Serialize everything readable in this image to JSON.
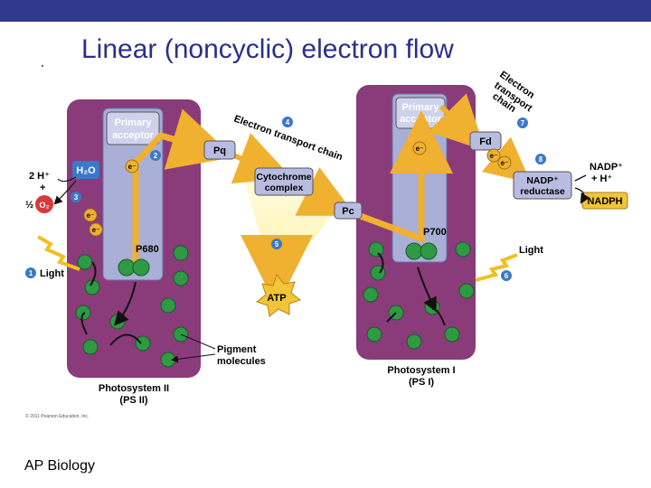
{
  "slide": {
    "title": "Linear (noncyclic) electron flow",
    "footer": "AP Biology",
    "credit": "© 2011 Pearson Education, Inc."
  },
  "diagram": {
    "primary_acceptor": [
      "Primary",
      "acceptor"
    ],
    "etc_label": "Electron transport chain",
    "etc_right_label": [
      "Electron",
      "transport",
      "chain"
    ],
    "pq": "Pq",
    "cytochrome": [
      "Cytochrome",
      "complex"
    ],
    "pc": "Pc",
    "fd": "Fd",
    "nadp_reductase": [
      "NADP⁺",
      "reductase"
    ],
    "nadp_plus": [
      "NADP⁺",
      "+ H⁺"
    ],
    "nadph": "NADPH",
    "p680": "P680",
    "p700": "P700",
    "h2o": "H₂O",
    "two_h": "2 H⁺",
    "plus": "+",
    "half": "½",
    "o2": "O₂",
    "electron": "e⁻",
    "atp": "ATP",
    "light": "Light",
    "pigment": [
      "Pigment",
      "molecules"
    ],
    "ps2": [
      "Photosystem II",
      "(PS II)"
    ],
    "ps1": [
      "Photosystem I",
      "(PS I)"
    ],
    "steps": [
      "1",
      "2",
      "3",
      "4",
      "5",
      "6",
      "7",
      "8"
    ]
  },
  "colors": {
    "title": "#2b2f8a",
    "topbar": "#2f3a8f",
    "photosystem": "#8a3b7a",
    "reaction_center": "#a9afd6",
    "pigment": "#2e9a44",
    "box": "#b8bce0",
    "arrow": "#f0b030",
    "step_badge": "#3a78c8",
    "nadph": "#f2c438"
  }
}
